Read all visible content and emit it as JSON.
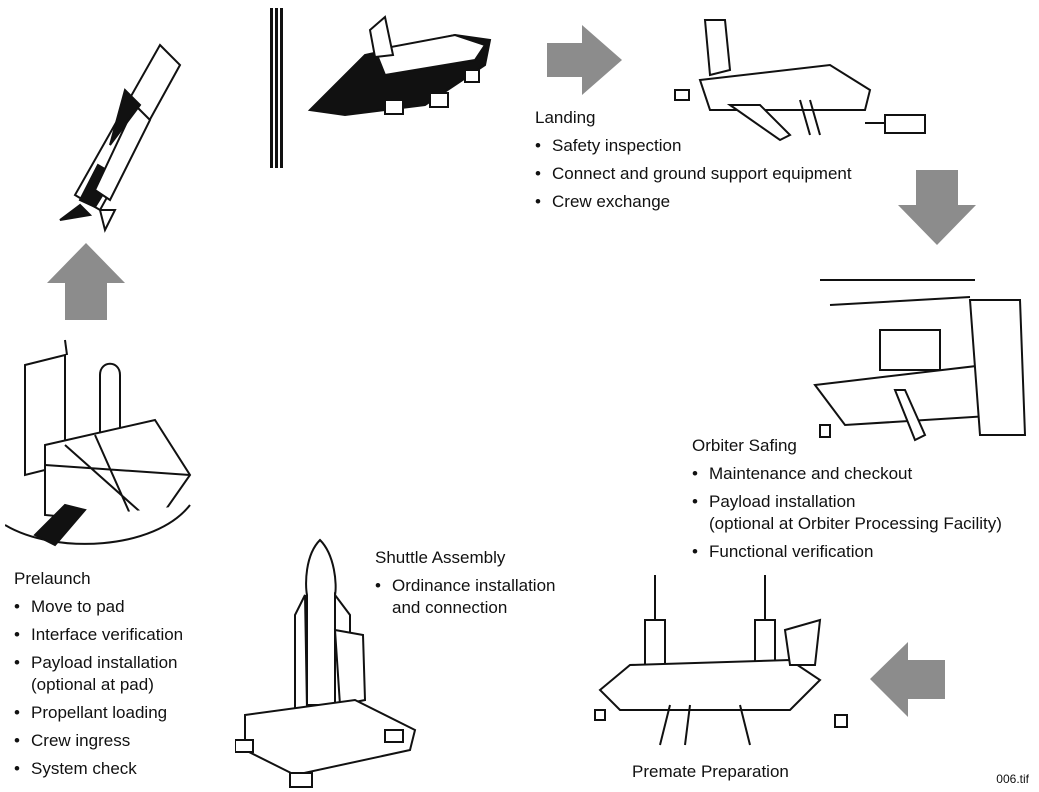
{
  "stages": {
    "landing": {
      "title": "Landing",
      "items": [
        "Safety inspection",
        "Connect and ground support equipment",
        "Crew exchange"
      ]
    },
    "orbiter_safing": {
      "title": "Orbiter Safing",
      "items": [
        "Maintenance and checkout",
        "Payload installation",
        "(optional at Orbiter Processing Facility)",
        "Functional verification"
      ]
    },
    "premate": {
      "title": "Premate Preparation"
    },
    "shuttle_assembly": {
      "title": "Shuttle Assembly",
      "items": [
        "Ordinance installation",
        "and connection"
      ]
    },
    "prelaunch": {
      "title": "Prelaunch",
      "items": [
        "Move to pad",
        "Interface verification",
        "Payload installation",
        "(optional at pad)",
        "Propellant loading",
        "Crew ingress",
        "System check"
      ]
    }
  },
  "figure_id": "006.tif",
  "colors": {
    "arrow": "#8c8c8c",
    "ink": "#111111"
  },
  "icons": [
    "shuttle-launch-icon",
    "orbiter-flight-icon",
    "orbiter-landing-icon",
    "orbiter-processing-icon",
    "orbiter-lift-icon",
    "shuttle-stack-icon",
    "launch-pad-icon"
  ]
}
